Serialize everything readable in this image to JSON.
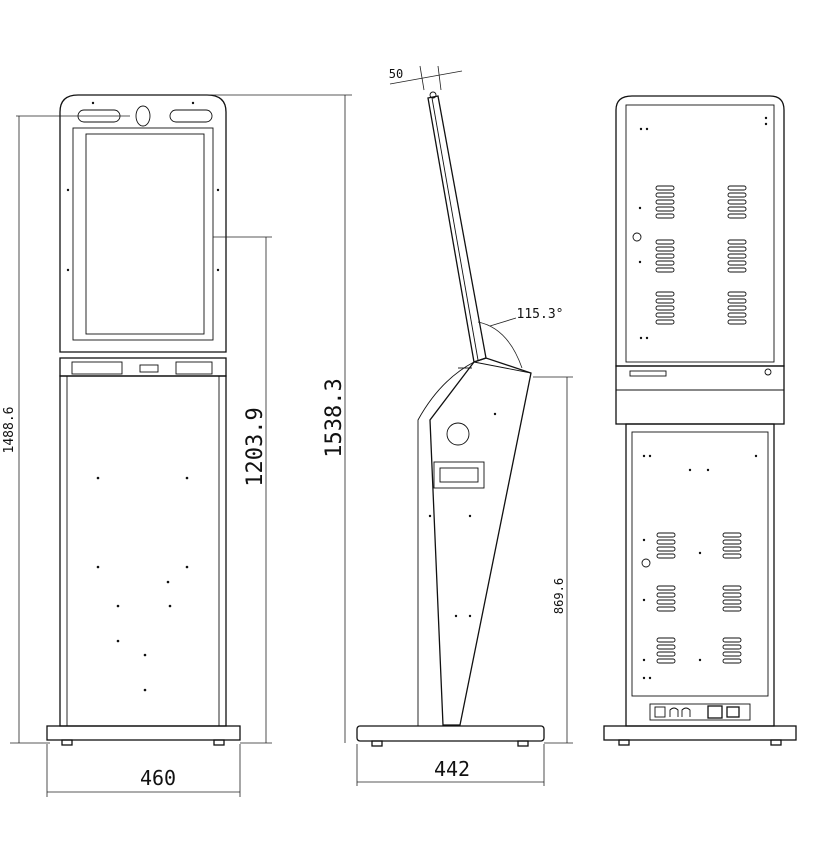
{
  "dimensions": {
    "overall_height_front": "1488.6",
    "screen_bottom_height": "1203.9",
    "overall_height_side": "1538.3",
    "base_width_front": "460",
    "base_depth_side": "442",
    "screen_offset": "50",
    "tilt_angle": "115.3°",
    "lower_panel_height": "869.6"
  },
  "colors": {
    "line": "#111111",
    "background": "#ffffff"
  }
}
